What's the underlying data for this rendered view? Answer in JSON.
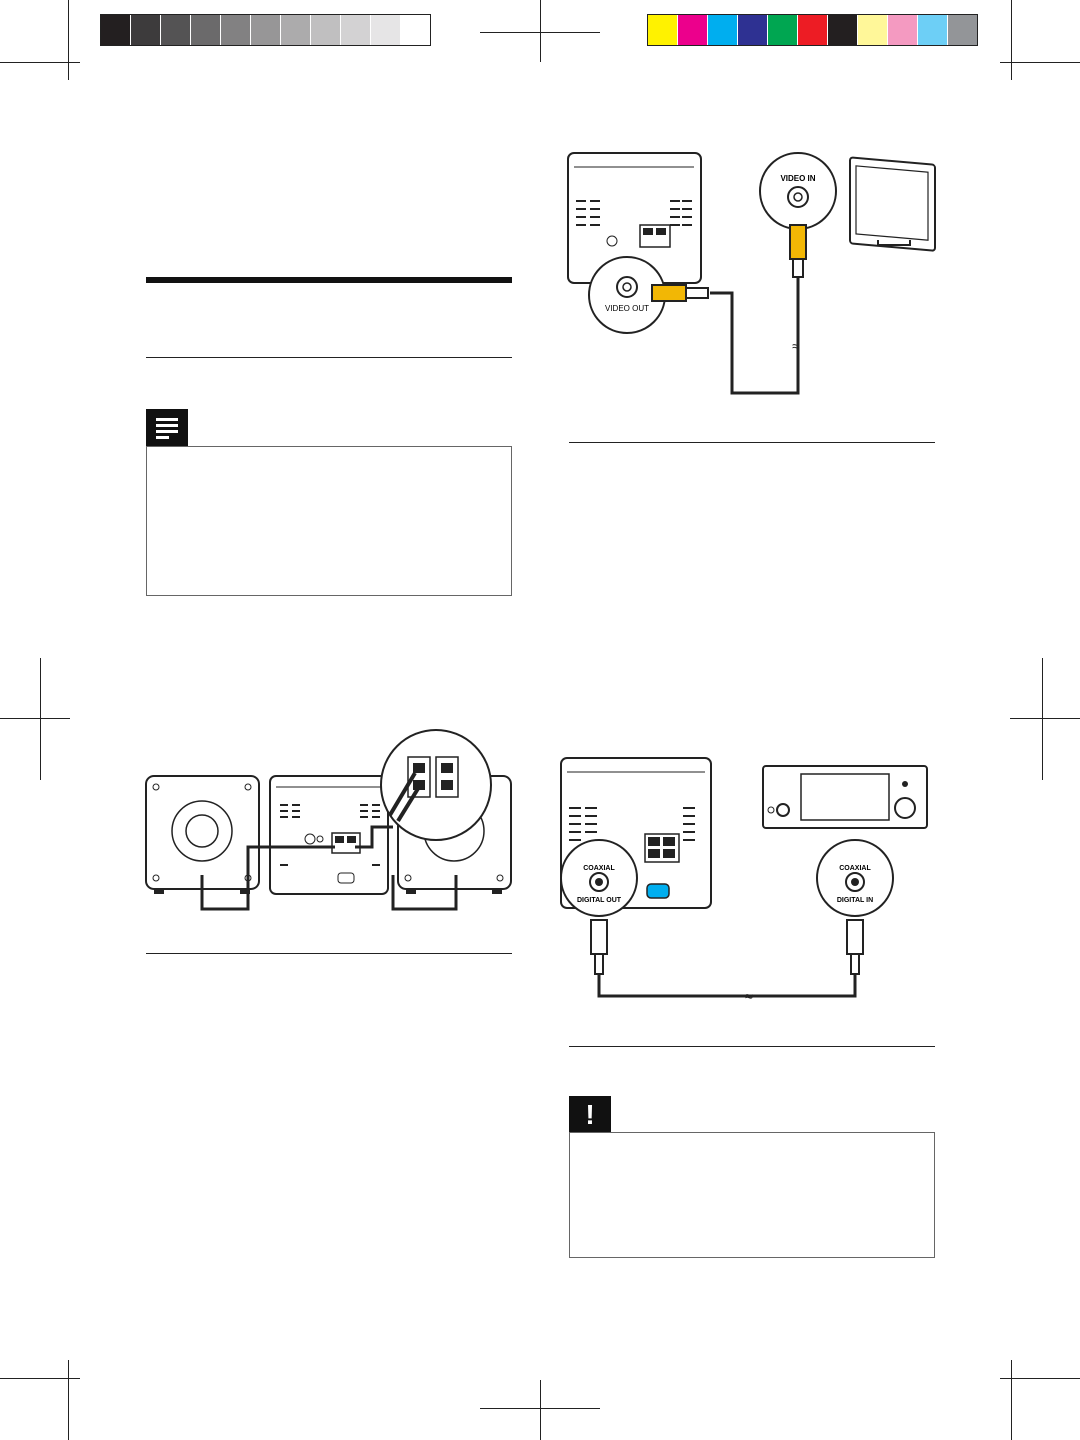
{
  "calibration": {
    "gray_swatches": [
      "#231f20",
      "#3d3b3c",
      "#545354",
      "#6b6a6b",
      "#828182",
      "#979697",
      "#acabac",
      "#c0bfc0",
      "#d3d2d3",
      "#e6e5e6",
      "#ffffff"
    ],
    "color_swatches": [
      "#fff200",
      "#ec008c",
      "#00aeef",
      "#2e3192",
      "#00a651",
      "#ed1c24",
      "#231f20",
      "#fff799",
      "#f49ac1",
      "#6dcff6",
      "#939598"
    ]
  },
  "diagrams": {
    "video": {
      "out_label": "VIDEO OUT",
      "in_label": "VIDEO IN",
      "plug_color": "#f2b705"
    },
    "coaxial": {
      "out_top": "COAXIAL",
      "out_bottom": "DIGITAL OUT",
      "in_top": "COAXIAL",
      "in_bottom": "DIGITAL IN"
    }
  },
  "boxes": {
    "note": {
      "icon": "note-icon"
    },
    "caution": {
      "icon": "exclamation-icon",
      "glyph": "!"
    }
  }
}
